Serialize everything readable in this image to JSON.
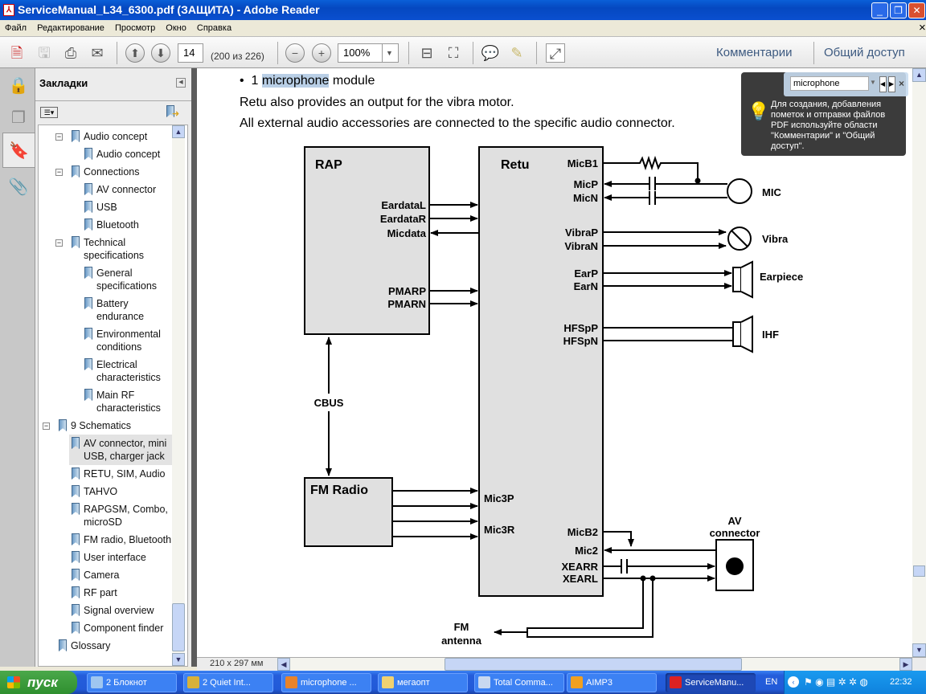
{
  "window": {
    "title": "ServiceManual_L34_6300.pdf (ЗАЩИТА) - Adobe Reader",
    "minimize": "_",
    "maximize": "❐",
    "close": "✕"
  },
  "menu": {
    "items": [
      "Файл",
      "Редактирование",
      "Просмотр",
      "Окно",
      "Справка"
    ],
    "close": "×"
  },
  "toolbar": {
    "page_number": "14",
    "page_info": "(200 из 226)",
    "zoom": "100%",
    "comments": "Комментарии",
    "share": "Общий доступ"
  },
  "bookmarks": {
    "title": "Закладки",
    "items": [
      {
        "label": "Audio concept",
        "level": 1,
        "expanded": true
      },
      {
        "label": "Audio concept",
        "level": 2
      },
      {
        "label": "Connections",
        "level": 1,
        "expanded": true
      },
      {
        "label": "AV connector",
        "level": 2
      },
      {
        "label": "USB",
        "level": 2
      },
      {
        "label": "Bluetooth",
        "level": 2
      },
      {
        "label": "Technical specifications",
        "level": 1,
        "expanded": true
      },
      {
        "label": "General specifications",
        "level": 2
      },
      {
        "label": "Battery endurance",
        "level": 2
      },
      {
        "label": "Environmental conditions",
        "level": 2
      },
      {
        "label": "Electrical characteristics",
        "level": 2
      },
      {
        "label": "Main RF characteristics",
        "level": 2
      },
      {
        "label": "9  Schematics",
        "level": 0,
        "expanded": true
      },
      {
        "label": "AV connector, mini USB, charger jack",
        "level": 1,
        "selected": true
      },
      {
        "label": "RETU, SIM, Audio",
        "level": 1
      },
      {
        "label": "TAHVO",
        "level": 1
      },
      {
        "label": "RAPGSM, Combo, microSD",
        "level": 1
      },
      {
        "label": "FM radio, Bluetooth",
        "level": 1
      },
      {
        "label": "User interface",
        "level": 1
      },
      {
        "label": "Camera",
        "level": 1
      },
      {
        "label": "RF part",
        "level": 1
      },
      {
        "label": "Signal overview",
        "level": 1
      },
      {
        "label": "Component finder",
        "level": 1
      },
      {
        "label": "Glossary",
        "level": 0
      }
    ]
  },
  "document": {
    "bullet": "•",
    "line1_prefix": "1 ",
    "line1_highlight": "microphone",
    "line1_suffix": " module",
    "line2": "Retu also provides an output for the vibra motor.",
    "line3": "All external audio accessories are connected to the specific audio connector.",
    "highlight_color": "#b9cfe6",
    "diagram": {
      "rap": "RAP",
      "retu": "Retu",
      "fm_radio": "FM Radio",
      "cbus": "CBUS",
      "rap_pins": [
        "EardataL",
        "EardataR",
        "Micdata",
        "PMARP",
        "PMARN"
      ],
      "retu_pins_right": [
        "MicB1",
        "MicP",
        "MicN",
        "VibraP",
        "VibraN",
        "EarP",
        "EarN",
        "HFSpP",
        "HFSpN",
        "MicB2",
        "Mic2",
        "XEARR",
        "XEARL"
      ],
      "retu_pins_left": [
        "Mic3P",
        "Mic3R"
      ],
      "mic": "MIC",
      "vibra": "Vibra",
      "earpiece": "Earpiece",
      "ihf": "IHF",
      "av_connector_1": "AV",
      "av_connector_2": "connector",
      "fm_antenna_1": "FM",
      "fm_antenna_2": "antenna"
    }
  },
  "find": {
    "value": "microphone"
  },
  "tooltip": {
    "text": "Для создания, добавления пометок и отправки файлов PDF используйте области \"Комментарии\" и \"Общий доступ\"."
  },
  "status": {
    "page_size": "210 x 297 мм"
  },
  "taskbar": {
    "start": "пуск",
    "tasks": [
      {
        "label": "2 Блокнот",
        "color": "#9fc6f0"
      },
      {
        "label": "2 Quiet Int...",
        "color": "#d8b13a"
      },
      {
        "label": "microphone ...",
        "color": "#e8832a"
      },
      {
        "label": "мегаопт",
        "color": "#f1d270"
      },
      {
        "label": "Total Comma...",
        "color": "#c8d8f0"
      },
      {
        "label": "AIMP3",
        "color": "#f0a020"
      },
      {
        "label": "ServiceManu...",
        "color": "#d22",
        "active": true
      }
    ],
    "language": "EN",
    "clock": "22:32"
  }
}
